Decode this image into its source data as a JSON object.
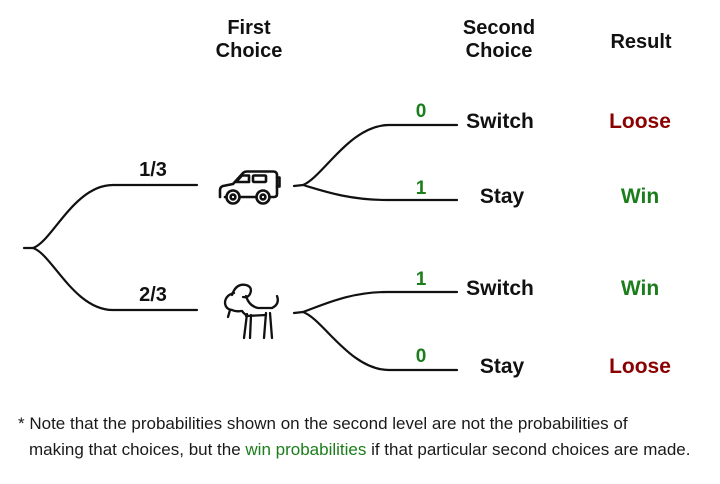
{
  "columns": {
    "first": "First\nChoice",
    "second": "Second\nChoice",
    "result": "Result"
  },
  "first_level": [
    {
      "probability": "1/3",
      "icon": "car-icon"
    },
    {
      "probability": "2/3",
      "icon": "goat-icon"
    }
  ],
  "branches": [
    {
      "win_probability": "0",
      "choice": "Switch",
      "result": "Loose"
    },
    {
      "win_probability": "1",
      "choice": "Stay",
      "result": "Win"
    },
    {
      "win_probability": "1",
      "choice": "Switch",
      "result": "Win"
    },
    {
      "win_probability": "0",
      "choice": "Stay",
      "result": "Loose"
    }
  ],
  "footnote": {
    "line1": "* Note that the probabilities shown on the second level are not the probabilities of",
    "line2_prefix": "making that choices, but the ",
    "line2_highlight": "win probabilities",
    "line2_suffix": " if that particular second choices are made."
  },
  "colors": {
    "win": "#1b7d1b",
    "loose": "#8b0000",
    "line": "#111111"
  }
}
